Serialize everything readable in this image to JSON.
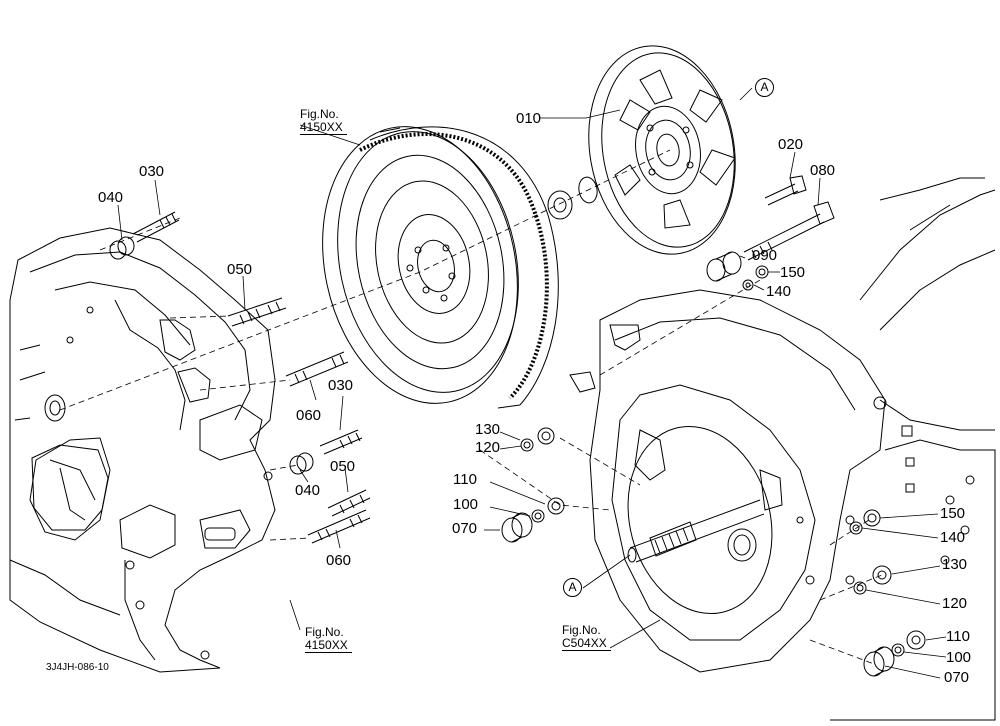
{
  "fig_refs": [
    {
      "label": "Fig.No.",
      "number": "4150XX"
    },
    {
      "label": "Fig.No.",
      "number": "4150XX"
    },
    {
      "label": "Fig.No.",
      "number": "C504XX"
    }
  ],
  "callouts": [
    "A",
    "A"
  ],
  "drawing_code": "3J4JH-086-10",
  "parts": [
    "010",
    "020",
    "080",
    "030",
    "040",
    "050",
    "090",
    "150",
    "140",
    "060",
    "030",
    "040",
    "050",
    "060",
    "130",
    "120",
    "110",
    "100",
    "070",
    "150",
    "140",
    "130",
    "120",
    "110",
    "100",
    "070"
  ]
}
